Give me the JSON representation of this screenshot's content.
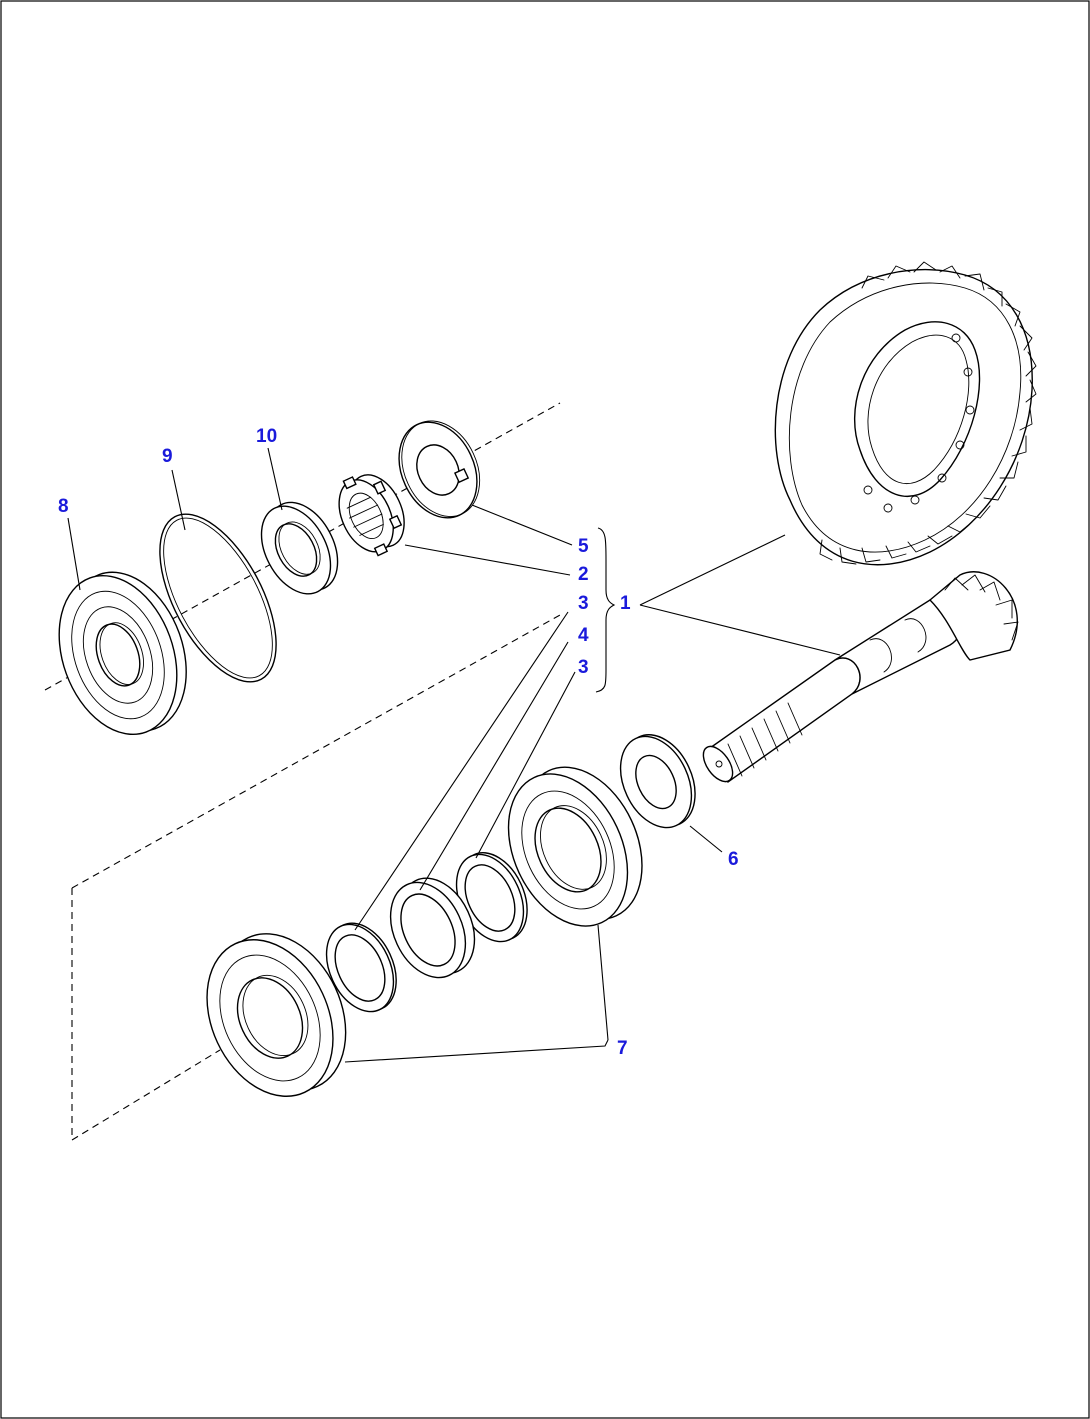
{
  "callouts": {
    "c8": "8",
    "c9": "9",
    "c10": "10",
    "c5": "5",
    "c2": "2",
    "c3a": "3",
    "c1": "1",
    "c4": "4",
    "c3b": "3",
    "c6": "6",
    "c7": "7"
  },
  "colors": {
    "callout_text": "#1a1adb",
    "line_art": "#000000",
    "background": "#ffffff"
  }
}
